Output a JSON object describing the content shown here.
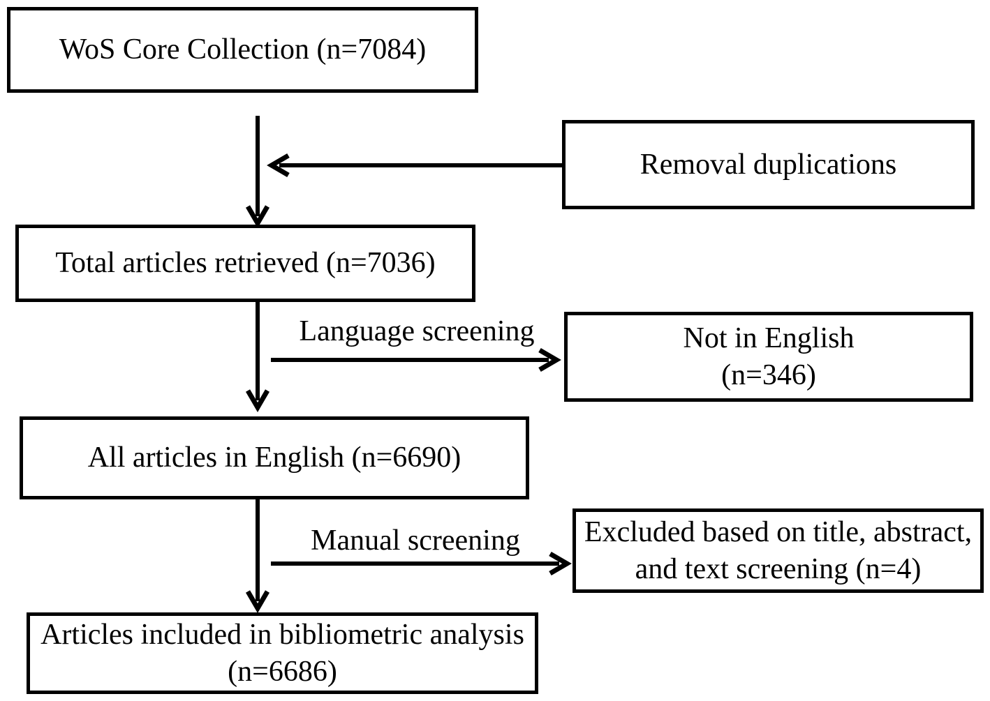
{
  "figure": {
    "type": "flowchart",
    "background_color": "#ffffff",
    "line_color": "#000000",
    "text_color": "#000000"
  },
  "boxes": {
    "wos": {
      "text": "WoS Core Collection (n=7084)"
    },
    "removal": {
      "text": "Removal duplications"
    },
    "total": {
      "text": "Total articles retrieved (n=7036)"
    },
    "not_english": {
      "line1": "Not in English",
      "line2": "(n=346)"
    },
    "english": {
      "text": "All articles in English (n=6690)"
    },
    "excluded": {
      "line1": "Excluded based on title, abstract,",
      "line2": "and text screening (n=4)"
    },
    "included": {
      "line1": "Articles included in bibliometric analysis",
      "line2": "(n=6686)"
    }
  },
  "edge_labels": {
    "language": "Language screening",
    "manual": "Manual screening"
  },
  "edges": [
    {
      "from": "wos",
      "to": "total",
      "direction": "down",
      "label": ""
    },
    {
      "from": "removal",
      "to": "wos-total-flow",
      "direction": "left",
      "label": ""
    },
    {
      "from": "total",
      "to": "english",
      "direction": "down",
      "label": ""
    },
    {
      "from": "total",
      "to": "not_english",
      "direction": "right",
      "label": "Language screening"
    },
    {
      "from": "english",
      "to": "included",
      "direction": "down",
      "label": ""
    },
    {
      "from": "english",
      "to": "excluded",
      "direction": "right",
      "label": "Manual screening"
    }
  ]
}
